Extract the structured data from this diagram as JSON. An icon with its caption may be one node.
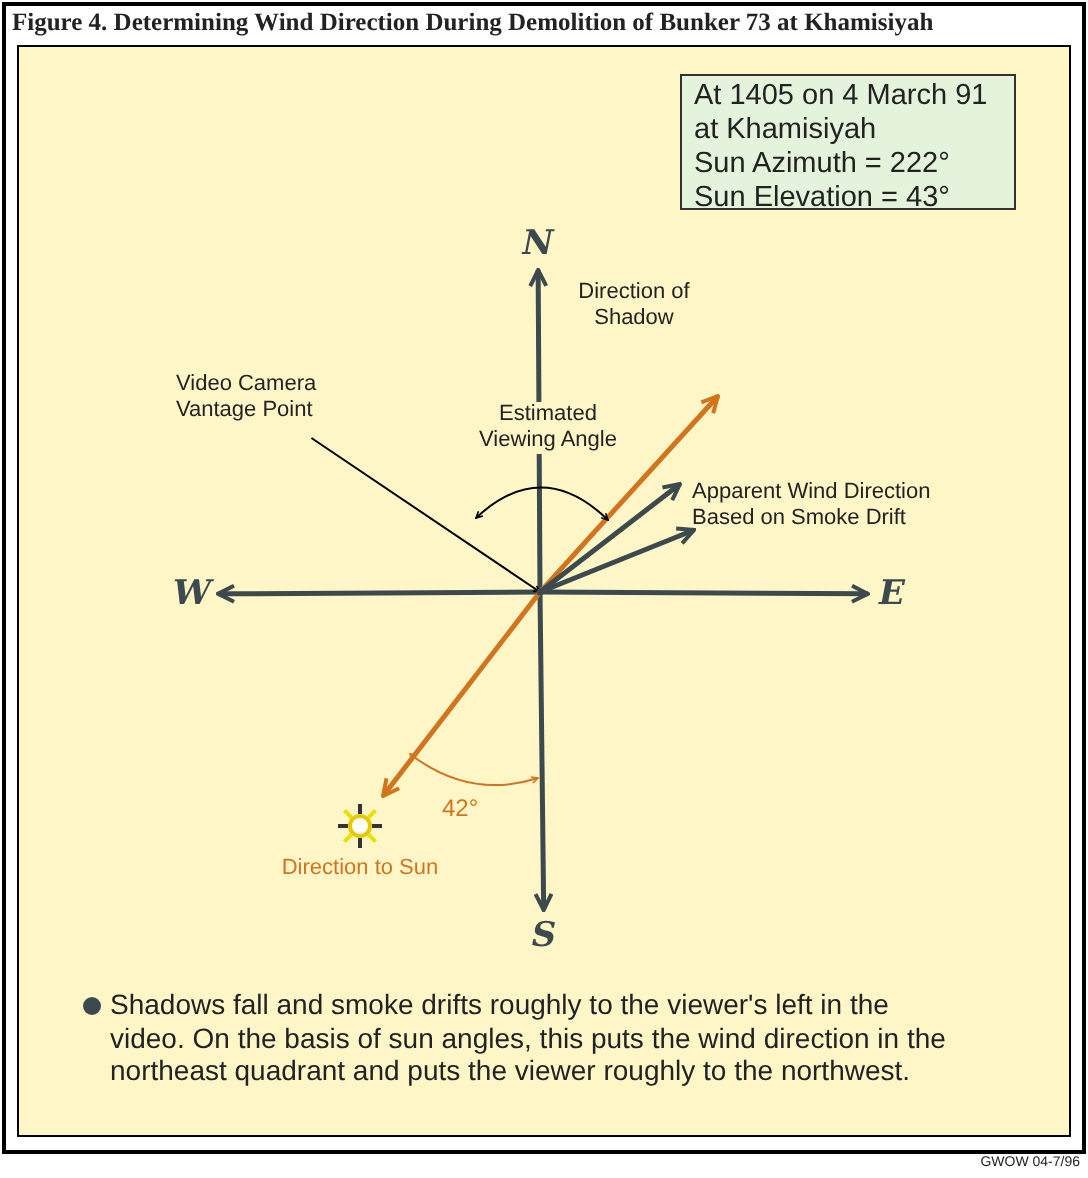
{
  "diagram": {
    "title": "Figure 4.  Determining Wind Direction During Demolition of Bunker 73 at Khamisiyah",
    "nodes": [
      {
        "text": [
          "At 1405 on 4 March 91 at Khamisiyah",
          "Sun Azimuth = 222°",
          "Sun Elevation = 43°"
        ]
      },
      {
        "text": [
          "N"
        ]
      },
      {
        "text": [
          "W"
        ]
      },
      {
        "text": [
          "E"
        ]
      },
      {
        "text": [
          "S"
        ]
      },
      {
        "text": [],
        "shape": "circle"
      },
      {
        "text": [
          "Video Camera Vantage Point"
        ]
      },
      {
        "text": [],
        "shape": "picture",
        "beside": [
          "Direction to Sun"
        ]
      },
      {
        "text": [
          "Apparent Wind Direction Based on Smoke Drift"
        ]
      }
    ],
    "edges": [
      {
        "from": 5,
        "to": 1,
        "arrow": "to"
      },
      {
        "from": 5,
        "to": 2,
        "arrow": "to"
      },
      {
        "from": 5,
        "to": 3,
        "arrow": "to"
      },
      {
        "from": 5,
        "to": 4,
        "arrow": "to"
      },
      {
        "from": 6,
        "to": 5,
        "arrow": "to",
        "color": "#000000"
      },
      {
        "from": null,
        "to": 7,
        "arrow": "both",
        "color": "#d2741e"
      },
      {
        "from": 5,
        "to": 8,
        "arrow": "to"
      },
      {
        "from": 5,
        "to": 8,
        "arrow": "to"
      }
    ],
    "labels": [
      "Direction of Shadow",
      "Estimated Viewing Angle",
      "42°",
      "Shadows fall and smoke drifts roughly to the viewer's left in the video.  On the basis of sun angles, this puts the wind direction in the northeast quadrant and puts the viewer roughly to the northwest.",
      "GWOW 04-7/96"
    ]
  }
}
